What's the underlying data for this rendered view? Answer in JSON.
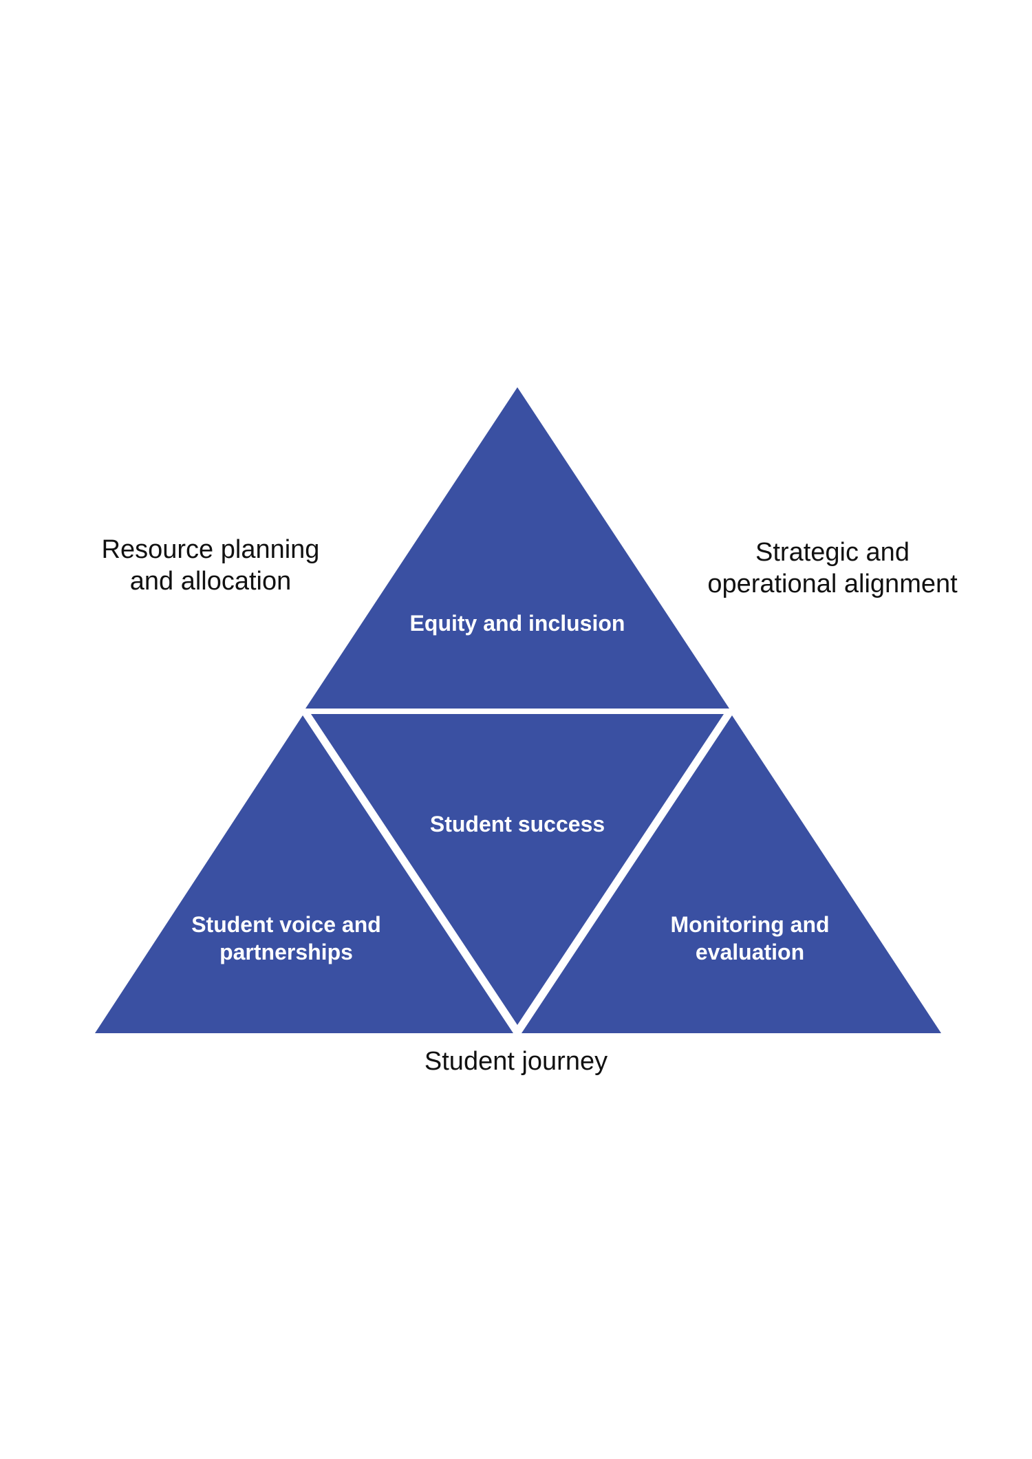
{
  "colors": {
    "fill": "#3a50a2",
    "divider": "#ffffff",
    "outer_text": "#111111",
    "inner_text": "#ffffff"
  },
  "segments": {
    "top": {
      "lines": [
        "Equity and inclusion"
      ]
    },
    "center": {
      "lines": [
        "Student success"
      ]
    },
    "bottom_left": {
      "lines": [
        "Student voice and",
        "partnerships"
      ]
    },
    "bottom_right": {
      "lines": [
        "Monitoring and",
        "evaluation"
      ]
    }
  },
  "outer": {
    "left": {
      "lines": [
        "Resource planning",
        "and allocation"
      ]
    },
    "right": {
      "lines": [
        "Strategic and",
        "operational alignment"
      ]
    },
    "bottom": {
      "lines": [
        "Student journey"
      ]
    }
  }
}
